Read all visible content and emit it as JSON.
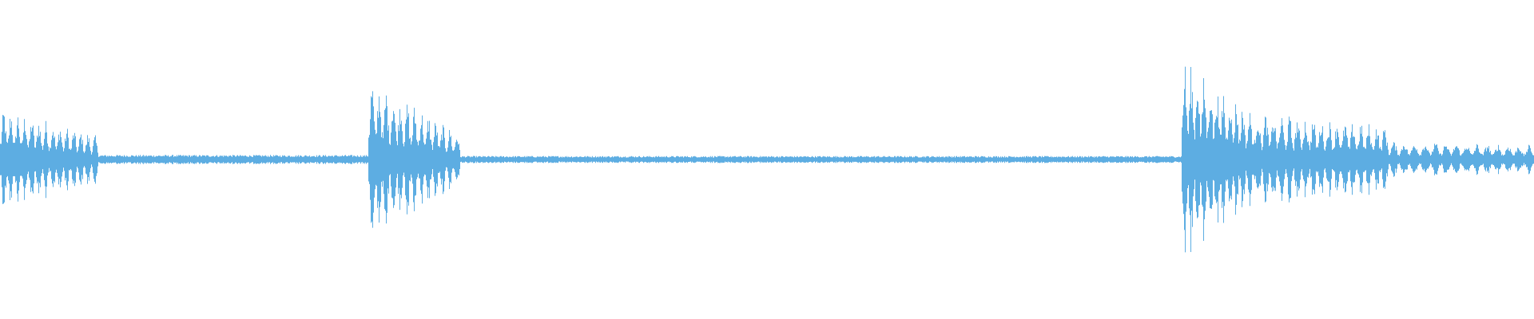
{
  "waveform": {
    "color": "#5dade2",
    "background": "#ffffff",
    "segments": [
      {
        "start": 0.0,
        "end": 0.064,
        "amplitude": 0.52,
        "decay": 0.55,
        "pulses": 14
      },
      {
        "start": 0.064,
        "end": 0.24,
        "amplitude": 0.045,
        "decay": 0.02,
        "pulses": 0
      },
      {
        "start": 0.24,
        "end": 0.3,
        "amplitude": 0.82,
        "decay": 0.7,
        "pulses": 13
      },
      {
        "start": 0.3,
        "end": 0.77,
        "amplitude": 0.035,
        "decay": 0.02,
        "pulses": 0
      },
      {
        "start": 0.77,
        "end": 0.812,
        "amplitude": 1.0,
        "decay": 0.45,
        "pulses": 10
      },
      {
        "start": 0.812,
        "end": 0.905,
        "amplitude": 0.48,
        "decay": 0.3,
        "pulses": 18
      },
      {
        "start": 0.905,
        "end": 1.0,
        "amplitude": 0.18,
        "decay": 0.2,
        "pulses": 14
      }
    ]
  }
}
